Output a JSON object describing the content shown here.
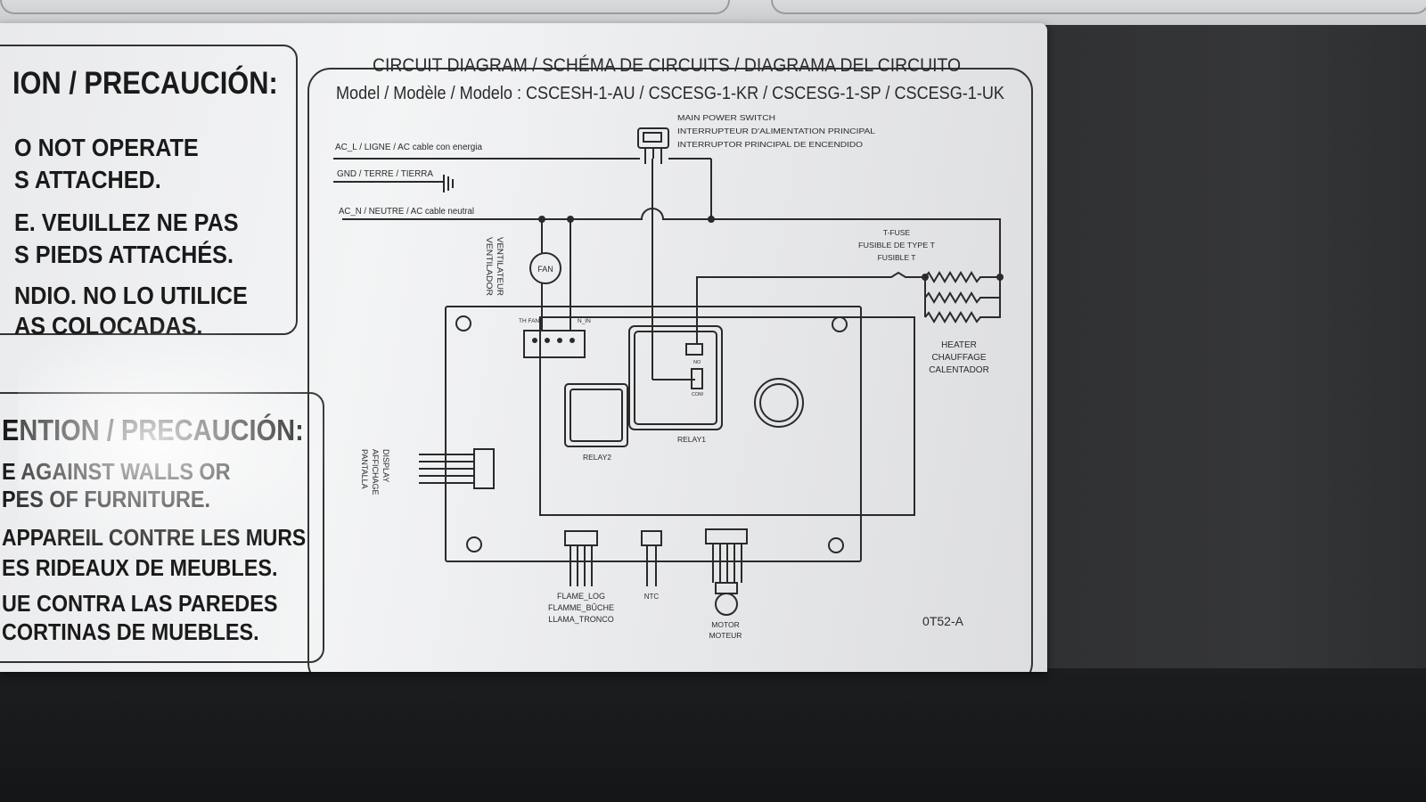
{
  "warning_top": {
    "heading": "ION / PRECAUCIÓN:",
    "lines": [
      "O NOT OPERATE",
      "S ATTACHED.",
      "E. VEUILLEZ NE PAS",
      "S PIEDS ATTACHÉS.",
      "NDIO. NO LO UTILICE",
      "AS COLOCADAS."
    ]
  },
  "warning_bottom": {
    "heading": "ENTION / PRECAUCIÓN:",
    "lines": [
      "E AGAINST WALLS OR",
      "PES OF FURNITURE.",
      "APPAREIL CONTRE LES MURS",
      "ES RIDEAUX DE MEUBLES.",
      "UE CONTRA LAS PAREDES",
      "CORTINAS DE MUEBLES."
    ]
  },
  "diagram": {
    "title": "CIRCUIT DIAGRAM / SCHÉMA DE CIRCUITS / DIAGRAMA DEL CIRCUITO",
    "model": "Model / Modèle / Modelo : CSCESH-1-AU / CSCESG-1-KR / CSCESG-1-SP / CSCESG-1-UK",
    "ac_l": "AC_L / LIGNE / AC cable con energia",
    "gnd": "GND / TERRE / TIERRA",
    "ac_n": "AC_N / NEUTRE / AC cable neutral",
    "main_switch": [
      "MAIN POWER SWITCH",
      "INTERRUPTEUR D'ALIMENTATION PRINCIPAL",
      "INTERRUPTOR PRINCIPAL DE ENCENDIDO"
    ],
    "fan_symbol": "FAN",
    "fan_label": [
      "VENTILATEUR",
      "VENTILADOR"
    ],
    "tfuse": [
      "T-FUSE",
      "FUSIBLE DE TYPE T",
      "FUSIBLE T"
    ],
    "heater": [
      "HEATER",
      "CHAUFFAGE",
      "CALENTADOR"
    ],
    "fan_conn": [
      "TH FAN",
      "N_IN"
    ],
    "relay1": "RELAY1",
    "relay2": "RELAY2",
    "relay_pins": [
      "NO",
      "COM"
    ],
    "display": [
      "DISPLAY",
      "AFFICHAGE",
      "PANTALLA"
    ],
    "flame": [
      "FLAME_LOG",
      "FLAMME_BÛCHE",
      "LLAMA_TRONCO"
    ],
    "ntc": "NTC",
    "motor": [
      "MOTOR",
      "MOTEUR"
    ],
    "code": "0T52-A"
  }
}
